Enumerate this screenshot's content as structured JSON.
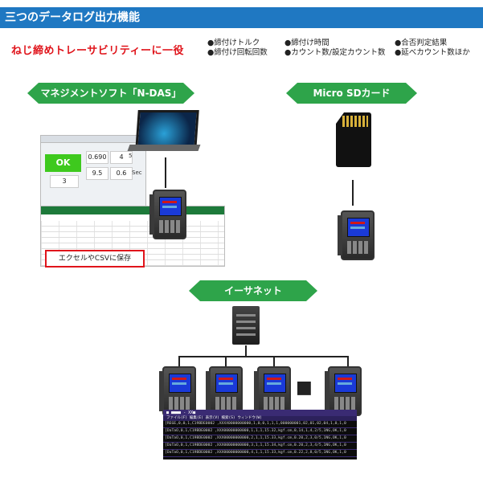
{
  "header": {
    "title": "三つのデータログ出力機能"
  },
  "tagline": "ねじ締めトレーサビリティーに一役",
  "features": [
    "●締付けトルク",
    "●締付け回転回数",
    "●締付け時間",
    "●カウント数/設定カウント数",
    "●合否判定結果",
    "●延べカウント数ほか"
  ],
  "sections": {
    "management": "マネジメントソフト「N-DAS」",
    "sd": "Micro SDカード",
    "ethernet": "イーサネット"
  },
  "software_panel": {
    "ok_label": "OK",
    "values": [
      "0.690",
      "4",
      "9.5",
      "0.6",
      "3"
    ],
    "small_value": "5",
    "unit": "Sec"
  },
  "save_label": "エクセルやCSVに保存",
  "ellipsis": "■ ■",
  "terminal": {
    "title": "■ ■■■■ - XX■",
    "menu": "ファイル(F)  編集(E)  表示(V)  検索(S)  ウィンドウ(W)",
    "rows": [
      "[REGE,0,0,1,C19BDE0002               ,XXXX0000000000,1,0,0,1,1,1,000000001,02,01,02,04,1,0,1,0",
      "[DaTaO,0,1,C19BDE0002                ,XXX00000000000,1,1,1,15.32,kgf.cm,0,14,1,4,2/5,1NG,OK,1,0",
      "[DaTaO,0,1,C19BDE0002                ,XXX00000000000,2,1,1,15.33,kgf.cm,0.20,2,3,0/5,1NG,OK,1,0",
      "[DaTaO,0,1,C19BDE0002                ,XXX00000000000,3,1,1,15.34,kgf.cm,0.20,2,3,4/5,1NG,OK,1,0",
      "[DaTaO,0,1,C19BDE0002                ,XXX00000000000,4,1,1,15.33,kgf.cm,0.22,2,8,0/5,1NG,OK,1,0"
    ]
  },
  "colors": {
    "header_blue": "#1f78c2",
    "section_green": "#2ea44a",
    "accent_red": "#e0141b"
  }
}
